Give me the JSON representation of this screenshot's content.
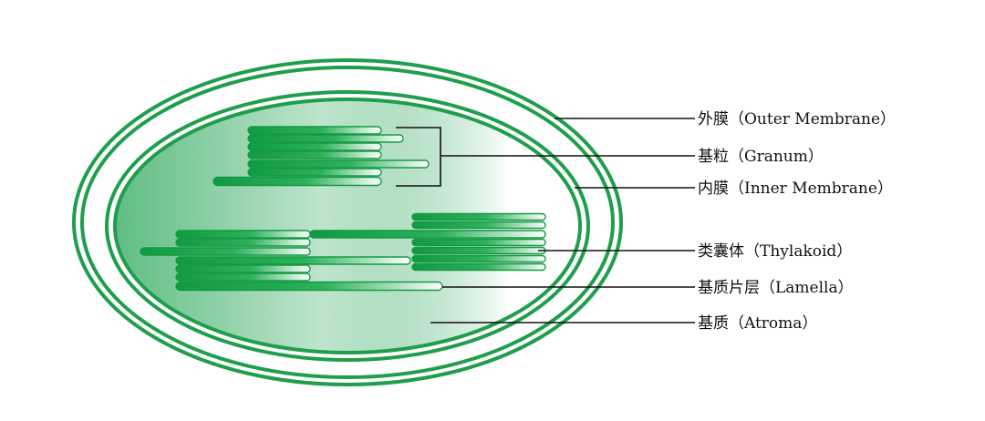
{
  "colors": {
    "membrane": "#1f9e4b",
    "thylakoid": "#149a45",
    "stroma_dark": "#2aa75a",
    "stroma_light": "#ffffff",
    "leader_line": "#111111"
  },
  "labels": {
    "outer_membrane": "外膜（Outer Membrane）",
    "granum": "基粒（Granum）",
    "inner_membrane": "内膜（Inner Membrane）",
    "thylakoid": "类囊体（Thylakoid）",
    "lamella": "基质片层（Lamella）",
    "stroma": "基质（Atroma）"
  }
}
